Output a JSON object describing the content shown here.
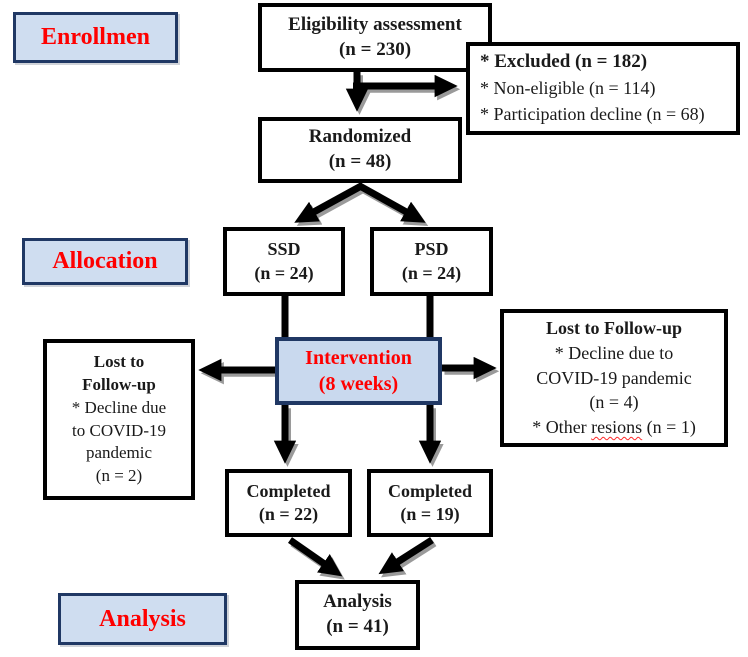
{
  "colors": {
    "label_fill": "#cfddf0",
    "label_border": "#203864",
    "label_text": "#ff0000",
    "box_border": "#000000",
    "box_fill": "#ffffff",
    "intervention_fill": "#c9d9ee",
    "arrow": "#000000",
    "arrow_shadow": "#9a9a9a"
  },
  "stage_labels": {
    "enrollment": "Enrollmen",
    "allocation": "Allocation",
    "analysis": "Analysis"
  },
  "boxes": {
    "eligibility": {
      "line1": "Eligibility assessment",
      "line2": "(n = 230)"
    },
    "excluded": {
      "line1": "* Excluded (n = 182)",
      "line2": "* Non-eligible (n = 114)",
      "line3": "* Participation decline (n = 68)"
    },
    "randomized": {
      "line1": "Randomized",
      "line2": "(n = 48)"
    },
    "ssd": {
      "line1": "SSD",
      "line2": "(n = 24)"
    },
    "psd": {
      "line1": "PSD",
      "line2": "(n = 24)"
    },
    "intervention": {
      "line1": "Intervention",
      "line2": "(8 weeks)"
    },
    "lost_left": {
      "title1": "Lost to",
      "title2": "Follow-up",
      "line1": "* Decline due",
      "line2": "to COVID-19",
      "line3": "pandemic",
      "line4": "(n = 2)"
    },
    "lost_right": {
      "title": "Lost to Follow-up",
      "line1": "* Decline due to",
      "line2": "COVID-19 pandemic",
      "line3": "(n = 4)",
      "line4_pre": "* Other ",
      "line4_word": "resions",
      "line4_post": " (n = 1)"
    },
    "completed_ssd": {
      "line1": "Completed",
      "line2": "(n = 22)"
    },
    "completed_psd": {
      "line1": "Completed",
      "line2": "(n = 19)"
    },
    "analysis": {
      "line1": "Analysis",
      "line2": "(n = 41)"
    }
  }
}
